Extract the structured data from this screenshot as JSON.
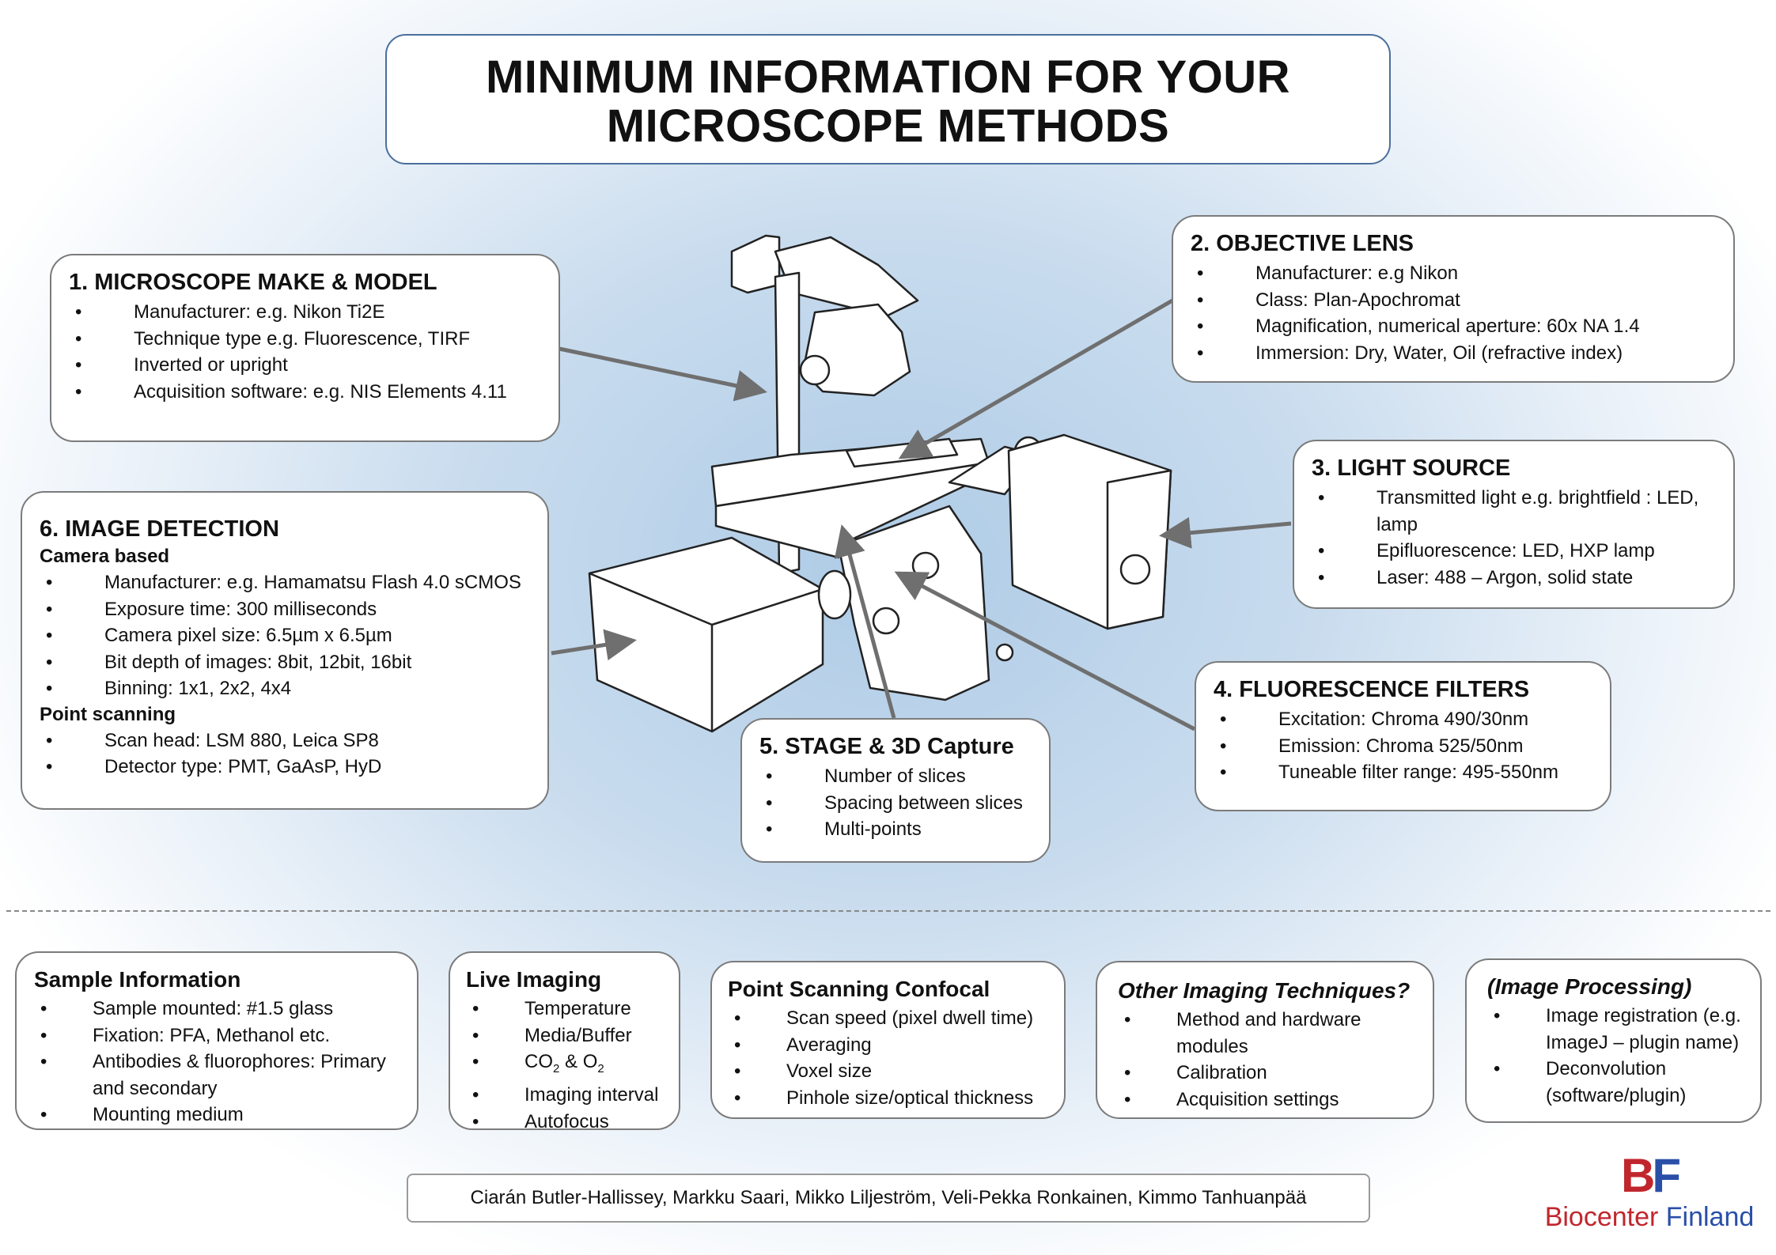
{
  "title": {
    "line1": "MINIMUM INFORMATION FOR YOUR",
    "line2": "MICROSCOPE METHODS"
  },
  "colors": {
    "arrow": "#6f6f6f",
    "box_border": "#7b7b7b",
    "title_border": "#4a6f9c",
    "logo_red": "#c0272d",
    "logo_blue": "#2a4fa8"
  },
  "sections": {
    "make_model": {
      "heading": "1. MICROSCOPE MAKE & MODEL",
      "items": [
        "Manufacturer: e.g. Nikon Ti2E",
        "Technique type e.g. Fluorescence, TIRF",
        "Inverted or upright",
        "Acquisition software: e.g. NIS Elements 4.11"
      ]
    },
    "objective": {
      "heading": "2. OBJECTIVE LENS",
      "items": [
        "Manufacturer: e.g Nikon",
        "Class: Plan-Apochromat",
        "Magnification, numerical aperture: 60x NA 1.4",
        "Immersion: Dry, Water, Oil (refractive index)"
      ]
    },
    "light_source": {
      "heading": "3. LIGHT SOURCE",
      "items": [
        "Transmitted light e.g. brightfield : LED, lamp",
        "Epifluorescence: LED, HXP lamp",
        "Laser: 488 – Argon, solid state"
      ]
    },
    "filters": {
      "heading": "4. FLUORESCENCE FILTERS",
      "items": [
        "Excitation: Chroma 490/30nm",
        "Emission: Chroma 525/50nm",
        "Tuneable filter range: 495-550nm"
      ]
    },
    "stage": {
      "heading": "5. STAGE & 3D Capture",
      "items": [
        "Number of slices",
        "Spacing between slices",
        "Multi-points"
      ]
    },
    "detection": {
      "heading": "6. IMAGE DETECTION",
      "camera_label": "Camera based",
      "camera_items": [
        "Manufacturer: e.g. Hamamatsu Flash 4.0 sCMOS",
        "Exposure time: 300 milliseconds",
        "Camera pixel size: 6.5µm x 6.5µm",
        "Bit depth of images: 8bit, 12bit, 16bit",
        "Binning: 1x1, 2x2, 4x4"
      ],
      "scan_label": "Point scanning",
      "scan_items": [
        "Scan head: LSM 880, Leica SP8",
        "Detector type: PMT, GaAsP, HyD"
      ]
    }
  },
  "bottom": {
    "sample": {
      "heading": "Sample Information",
      "items": [
        "Sample mounted: #1.5 glass",
        "Fixation: PFA, Methanol etc.",
        "Antibodies & fluorophores: Primary and secondary",
        "Mounting medium"
      ]
    },
    "live": {
      "heading": "Live Imaging",
      "items": [
        "Temperature",
        "Media/Buffer"
      ],
      "gas": {
        "co": "CO",
        "co_sub": "2",
        "amp": " & O",
        "o_sub": "2"
      },
      "items_after": [
        "Imaging interval",
        "Autofocus"
      ]
    },
    "confocal": {
      "heading": "Point Scanning Confocal",
      "items": [
        "Scan speed (pixel dwell time)",
        "Averaging",
        "Voxel size",
        "Pinhole size/optical thickness"
      ]
    },
    "other": {
      "heading": "Other Imaging Techniques?",
      "items": [
        "Method and hardware modules",
        "Calibration",
        "Acquisition settings"
      ]
    },
    "processing": {
      "heading": "(Image Processing)",
      "items": [
        "Image registration (e.g. ImageJ – plugin name)",
        "Deconvolution (software/plugin)"
      ]
    }
  },
  "credits": "Ciarán Butler-Hallissey, Markku Saari, Mikko Liljeström, Veli-Pekka Ronkainen, Kimmo Tanhuanpää",
  "logo": {
    "mark_b": "B",
    "mark_f": "F",
    "name_1": "Biocenter",
    "name_2": " Finland"
  }
}
